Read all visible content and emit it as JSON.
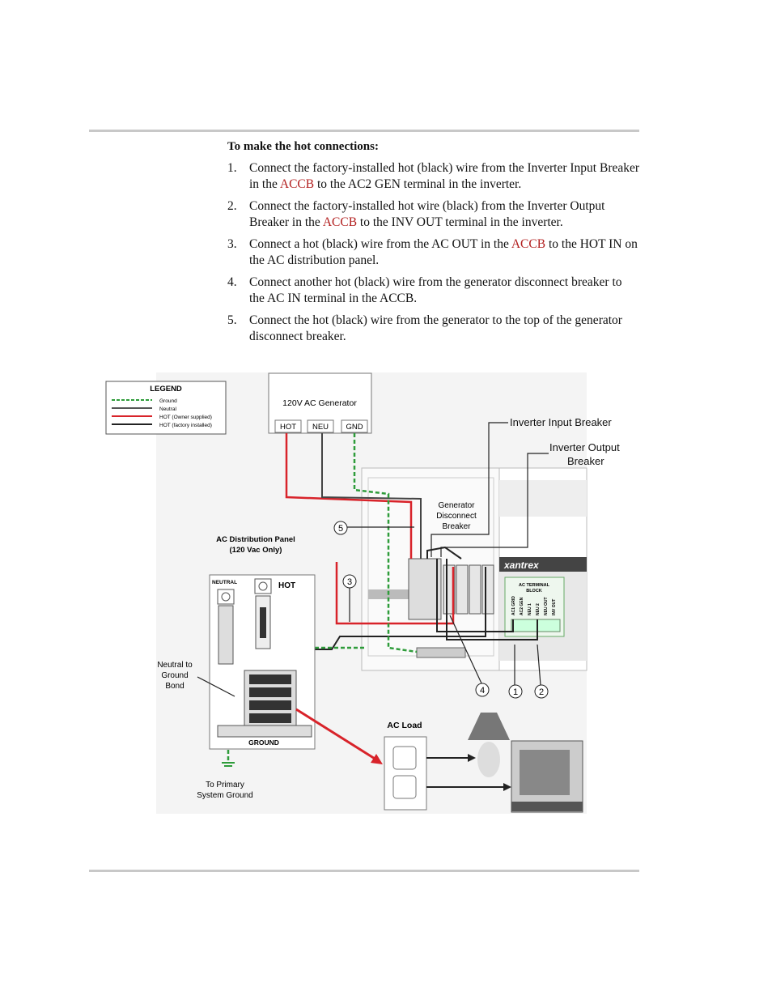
{
  "page": {
    "heading": "To make the hot connections:",
    "steps": [
      {
        "num": "1.",
        "before": "Connect the factory-installed hot (black) wire from the Inverter Input Breaker in the ",
        "link": "ACCB",
        "after": " to the AC2 GEN terminal in the inverter."
      },
      {
        "num": "2.",
        "before": "Connect the factory-installed hot wire (black) from the Inverter Output Breaker in the ",
        "link": "ACCB",
        "after": " to the INV OUT terminal in the inverter."
      },
      {
        "num": "3.",
        "before": "Connect a hot (black) wire from the AC OUT in the ",
        "link": "ACCB",
        "after": " to the HOT IN on the AC distribution panel."
      },
      {
        "num": "4.",
        "before": "Connect another hot (black) wire from the generator disconnect breaker to the AC IN terminal in the ACCB.",
        "link": "",
        "after": ""
      },
      {
        "num": "5.",
        "before": "Connect the hot (black) wire from the generator to the top of the generator disconnect breaker.",
        "link": "",
        "after": ""
      }
    ],
    "link_color": "#b21e1e"
  },
  "figure": {
    "legend": {
      "title": "LEGEND",
      "items": [
        "Ground",
        "Neutral",
        "HOT (Owner supplied)",
        "HOT (factory installed)"
      ]
    },
    "generator": {
      "title": "120V AC Generator",
      "terminals": [
        "HOT",
        "NEU",
        "GND"
      ]
    },
    "callouts": {
      "inverter_input": "Inverter Input Breaker",
      "inverter_output_1": "Inverter Output",
      "inverter_output_2": "Breaker",
      "gen_disconnect": [
        "Generator",
        "Disconnect",
        "Breaker"
      ],
      "numbers": [
        "1",
        "2",
        "3",
        "4",
        "5"
      ]
    },
    "ac_panel": {
      "title_1": "AC Distribution Panel",
      "title_2": "(120 Vac Only)",
      "neutral": "NEUTRAL",
      "hot": "HOT",
      "ground": "GROUND"
    },
    "bond": [
      "Neutral to",
      "Ground",
      "Bond"
    ],
    "primary_ground": [
      "To Primary",
      "System Ground"
    ],
    "ac_load": "AC Load",
    "brand": "xantrex",
    "terminal_block": {
      "title_1": "AC TERMINAL",
      "title_2": "BLOCK",
      "terminals": [
        "AC1 GRID",
        "AC2 GEN",
        "NEU 1",
        "NEU 2",
        "NEU OUT",
        "INV OUT"
      ]
    },
    "colors": {
      "ground": "#2e9c3a",
      "hot_owner": "#d8232a",
      "hot_factory": "#222222",
      "neutral": "#666666"
    }
  }
}
